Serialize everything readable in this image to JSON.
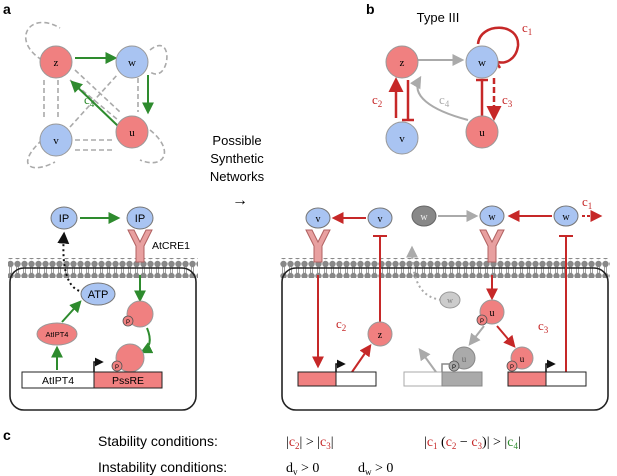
{
  "panel_labels": {
    "a": "a",
    "b": "b",
    "c": "c"
  },
  "panel_b": {
    "title": "Type III",
    "nodes": {
      "z": "z",
      "w": "w",
      "v": "v",
      "u": "u"
    },
    "edge_labels": {
      "c1": "c",
      "c1_sub": "1",
      "c2": "c",
      "c2_sub": "2",
      "c3": "c",
      "c3_sub": "3",
      "c4": "c",
      "c4_sub": "4"
    }
  },
  "panel_a": {
    "nodes": {
      "z": "z",
      "w": "w",
      "v": "v",
      "u": "u"
    },
    "edge_label": {
      "c4": "c",
      "c4_sub": "4"
    },
    "cell": {
      "ip_outside": "IP",
      "ip_receptor": "IP",
      "receptor": "AtCRE1",
      "atp": "ATP",
      "enzyme": "AtIPT4",
      "phospho": "P",
      "gene": "AtIPT4",
      "promoter": "PssRE"
    }
  },
  "middle": {
    "line1": "Possible",
    "line2": "Synthetic",
    "line3": "Networks",
    "arrow": "→"
  },
  "panel_b_cell": {
    "v_left": "v",
    "v_right": "v",
    "w_gray": "w",
    "w_center": "w",
    "w_right": "w",
    "w_inner": "w",
    "z": "z",
    "u": "u",
    "u_gray": "u",
    "u_bottom": "u",
    "phospho": "P",
    "c1": "c",
    "c1_sub": "1",
    "c2": "c",
    "c2_sub": "2",
    "c3": "c",
    "c3_sub": "3"
  },
  "panel_c": {
    "stability_label": "Stability conditions:",
    "instability_label": "Instability conditions:",
    "stab1": {
      "bar": "|",
      "c2": "c",
      "c2_sub": "2",
      "mid": "| > |",
      "c3": "c",
      "c3_sub": "3"
    },
    "stab2": {
      "c1": "c",
      "c1_sub": "1",
      "c2": "c",
      "c2_sub": "2",
      "c3": "c",
      "c3_sub": "3",
      "c4": "c",
      "c4_sub": "4"
    },
    "inst1": {
      "d": "d",
      "sub": "v",
      "rest": " > 0"
    },
    "inst2": {
      "d": "d",
      "sub": "w",
      "rest": " > 0"
    }
  },
  "colors": {
    "red": "#c62828",
    "green": "#2e8b2e",
    "gray": "#aaaaaa",
    "node_red": "#f08080",
    "node_blue": "#a9c4f2"
  }
}
